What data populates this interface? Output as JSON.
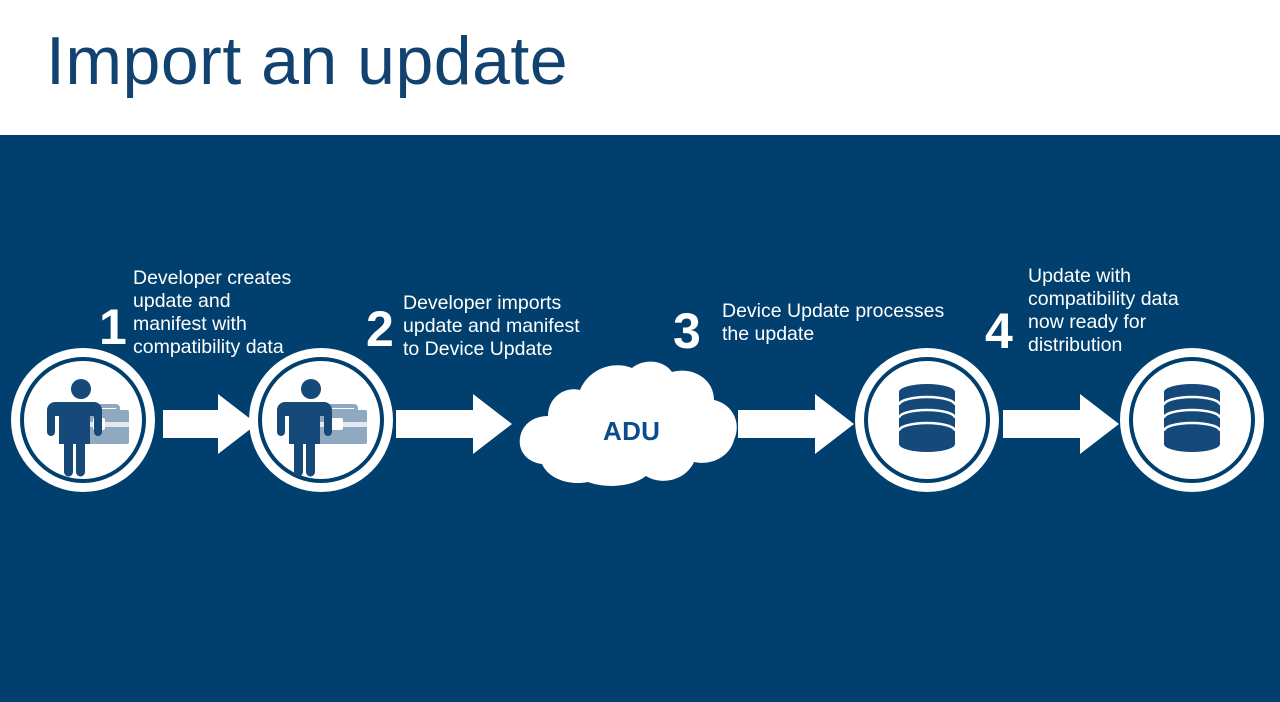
{
  "slide": {
    "title": "Import an update",
    "background_color": "#01406e",
    "title_color": "#124270",
    "title_band_color": "#ffffff"
  },
  "colors": {
    "navy": "#01406e",
    "white": "#ffffff",
    "accent_blue": "#0b4c8c",
    "briefcase_gray_blue": "#8fa9c0"
  },
  "steps": [
    {
      "number": "1",
      "text": "Developer creates update and manifest with compatibility data",
      "icon": "person-with-briefcase-icon"
    },
    {
      "number": "2",
      "text": "Developer imports update and manifest to Device Update",
      "icon": "person-with-briefcase-icon"
    },
    {
      "number": "3",
      "text": "Device Update processes the update",
      "icon": "database-icon"
    },
    {
      "number": "4",
      "text": "Update with compatibility data now ready for distribution",
      "icon": "database-icon"
    }
  ],
  "cloud": {
    "label": "ADU",
    "icon": "cloud-icon"
  },
  "arrows": [
    {
      "name": "arrow-step1-to-step2"
    },
    {
      "name": "arrow-step2-to-cloud"
    },
    {
      "name": "arrow-cloud-to-step3"
    },
    {
      "name": "arrow-step3-to-step4"
    }
  ]
}
